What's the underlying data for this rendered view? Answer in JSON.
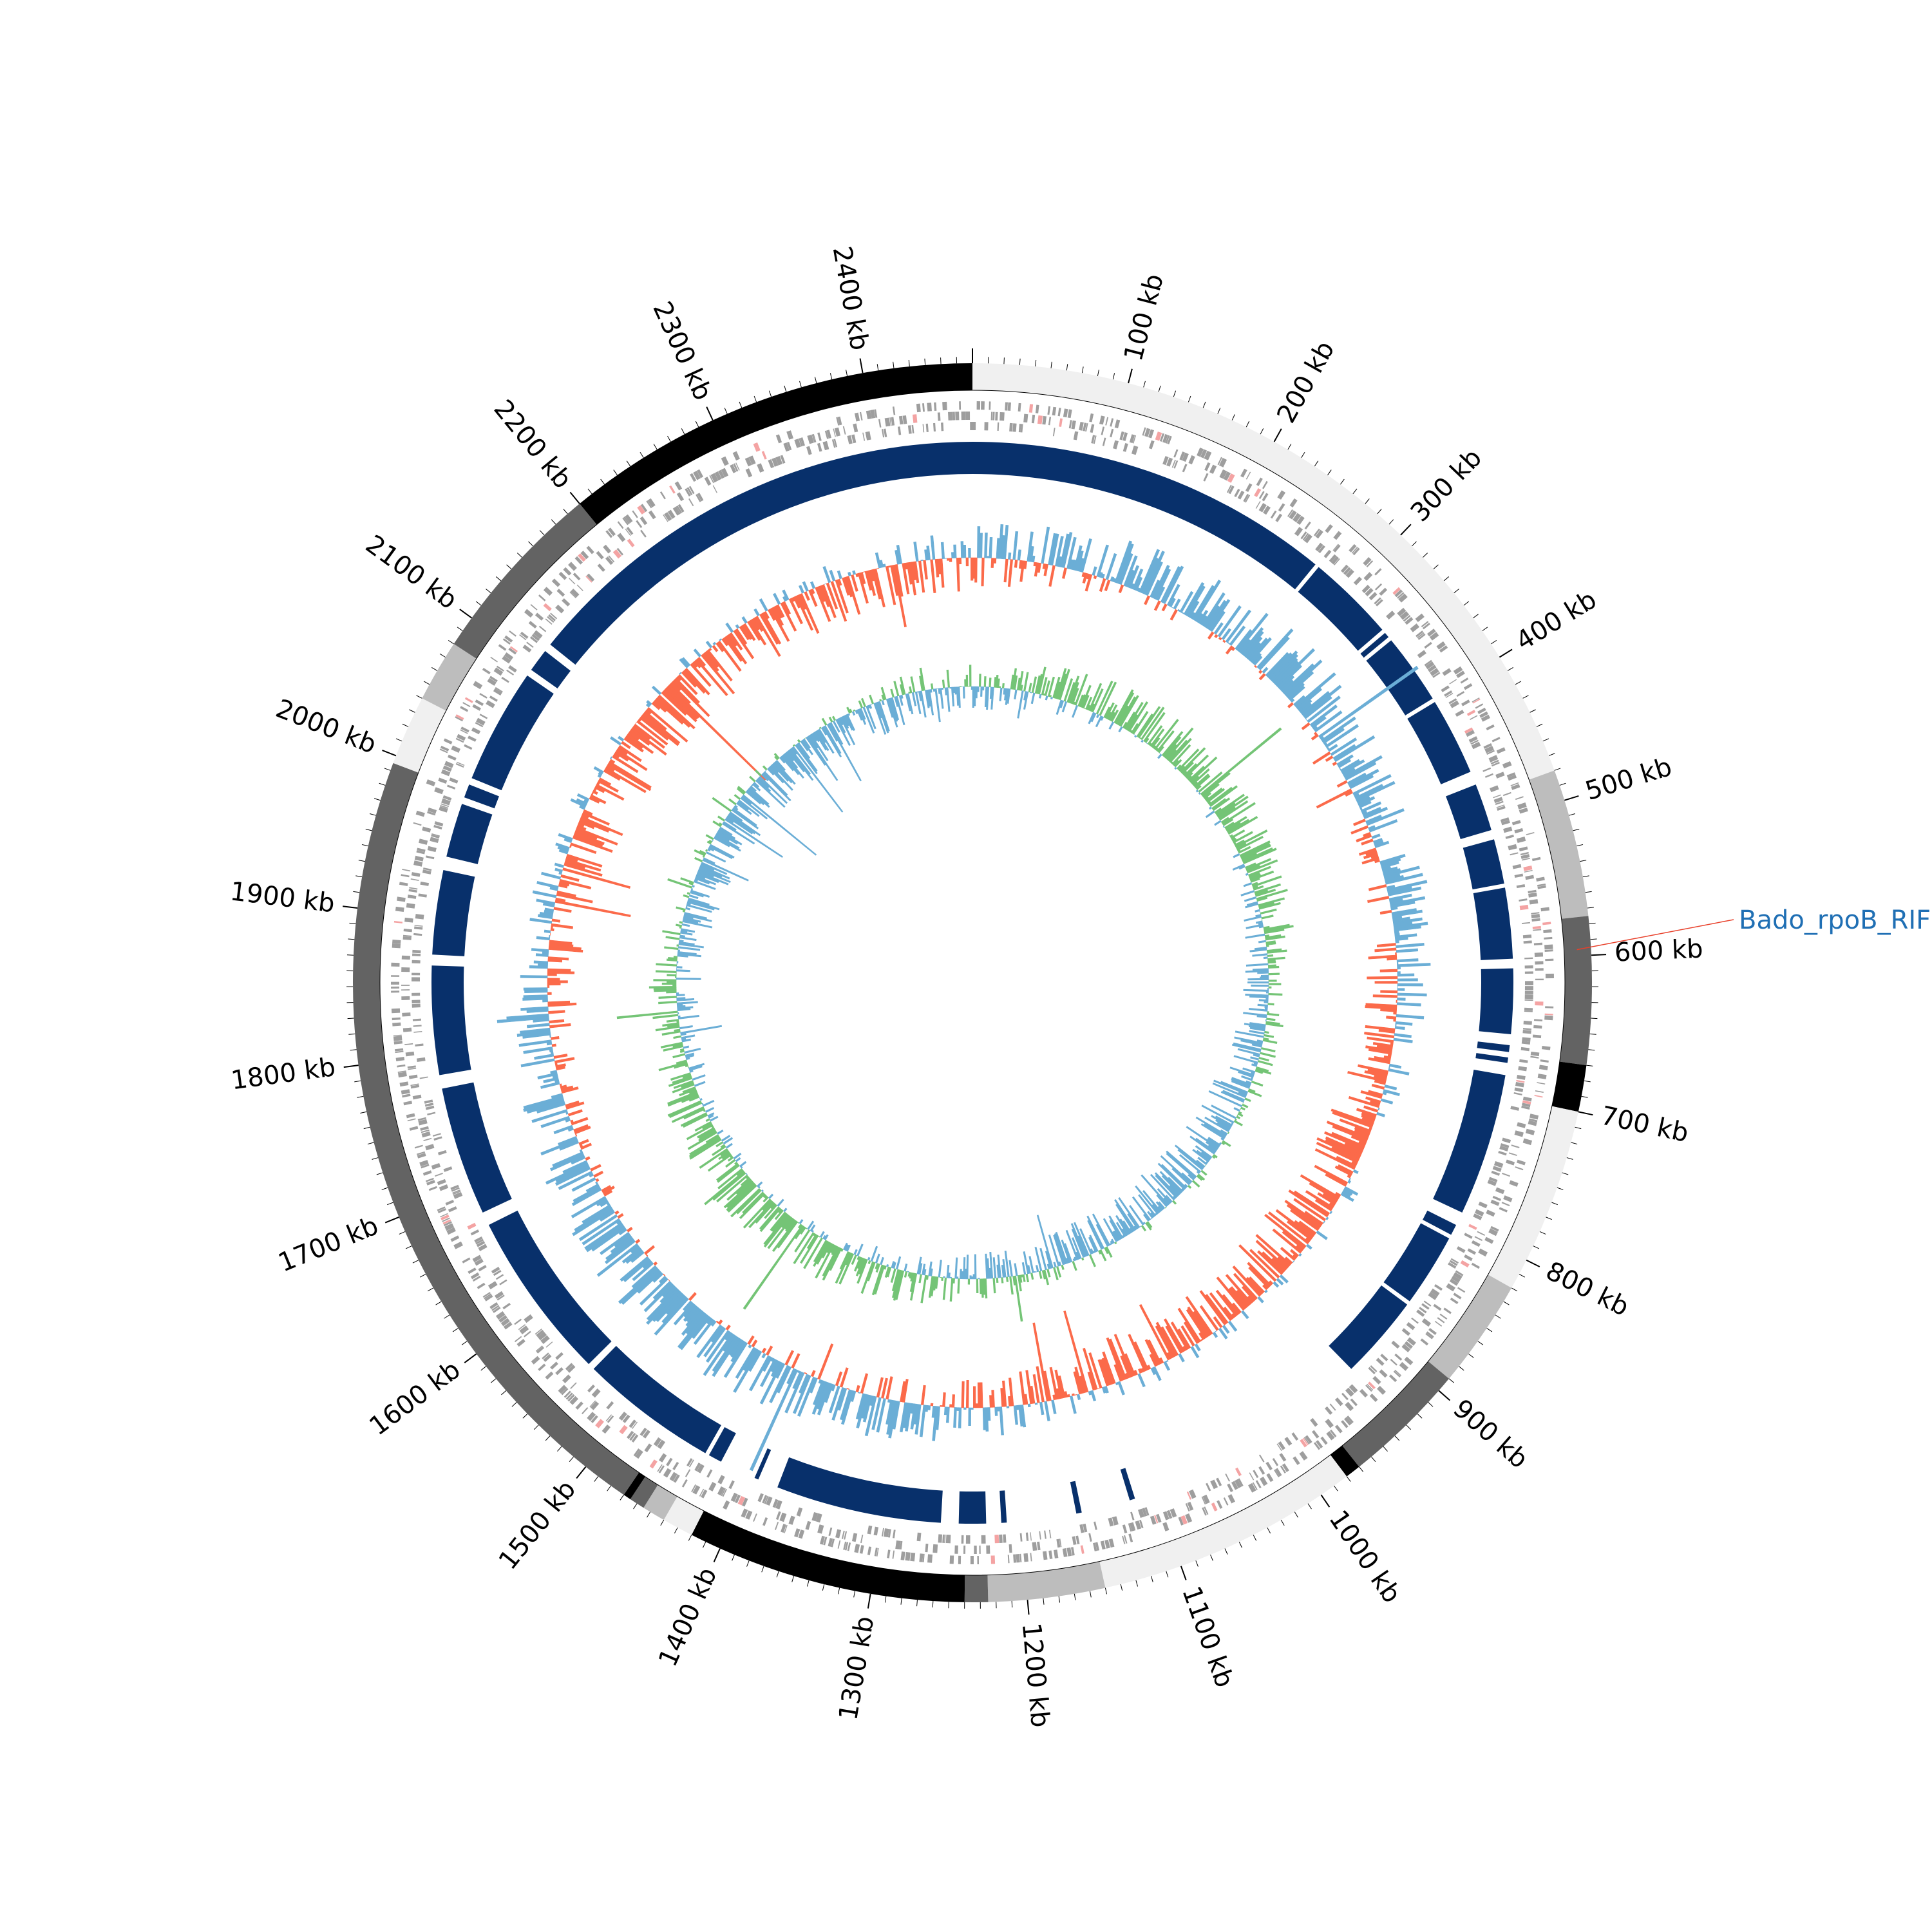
{
  "genome": {
    "length_kb": 2470,
    "tick_labels": [
      "100 kb",
      "200 kb",
      "300 kb",
      "400 kb",
      "500 kb",
      "600 kb",
      "700 kb",
      "800 kb",
      "900 kb",
      "1000 kb",
      "1100 kb",
      "1200 kb",
      "1300 kb",
      "1400 kb",
      "1500 kb",
      "1600 kb",
      "1700 kb",
      "1800 kb",
      "1900 kb",
      "2000 kb",
      "2100 kb",
      "2200 kb",
      "2300 kb",
      "2400 kb"
    ],
    "tick_values_kb": [
      100,
      200,
      300,
      400,
      500,
      600,
      700,
      800,
      900,
      1000,
      1100,
      1200,
      1300,
      1400,
      1500,
      1600,
      1700,
      1800,
      1900,
      2000,
      2100,
      2200,
      2300,
      2400
    ]
  },
  "contig_ring": {
    "segments": [
      {
        "start": 0,
        "end": 480,
        "color": "#f0f0f0"
      },
      {
        "start": 480,
        "end": 575,
        "color": "#bdbdbd"
      },
      {
        "start": 575,
        "end": 670,
        "color": "#636363"
      },
      {
        "start": 670,
        "end": 700,
        "color": "#000000"
      },
      {
        "start": 700,
        "end": 820,
        "color": "#f0f0f0"
      },
      {
        "start": 820,
        "end": 890,
        "color": "#bdbdbd"
      },
      {
        "start": 890,
        "end": 970,
        "color": "#636363"
      },
      {
        "start": 970,
        "end": 980,
        "color": "#000000"
      },
      {
        "start": 980,
        "end": 1150,
        "color": "#f0f0f0"
      },
      {
        "start": 1150,
        "end": 1225,
        "color": "#bdbdbd"
      },
      {
        "start": 1225,
        "end": 1240,
        "color": "#636363"
      },
      {
        "start": 1240,
        "end": 1420,
        "color": "#000000"
      },
      {
        "start": 1420,
        "end": 1440,
        "color": "#f0f0f0"
      },
      {
        "start": 1440,
        "end": 1455,
        "color": "#bdbdbd"
      },
      {
        "start": 1455,
        "end": 1465,
        "color": "#636363"
      },
      {
        "start": 1465,
        "end": 1470,
        "color": "#000000"
      },
      {
        "start": 1470,
        "end": 1995,
        "color": "#636363"
      },
      {
        "start": 1995,
        "end": 2040,
        "color": "#f0f0f0"
      },
      {
        "start": 2040,
        "end": 2080,
        "color": "#bdbdbd"
      },
      {
        "start": 2080,
        "end": 2200,
        "color": "#636363"
      },
      {
        "start": 2200,
        "end": 2470,
        "color": "#000000"
      }
    ]
  },
  "alignment_ring": {
    "color": "#08306b",
    "blocks": [
      {
        "start": 0,
        "end": 270
      },
      {
        "start": 273,
        "end": 338
      },
      {
        "start": 341,
        "end": 345
      },
      {
        "start": 348,
        "end": 400
      },
      {
        "start": 403,
        "end": 460
      },
      {
        "start": 470,
        "end": 505
      },
      {
        "start": 512,
        "end": 545
      },
      {
        "start": 548,
        "end": 600
      },
      {
        "start": 607,
        "end": 655
      },
      {
        "start": 663,
        "end": 668
      },
      {
        "start": 672,
        "end": 676
      },
      {
        "start": 685,
        "end": 790
      },
      {
        "start": 800,
        "end": 808
      },
      {
        "start": 811,
        "end": 865
      },
      {
        "start": 868,
        "end": 930
      },
      {
        "start": 1115,
        "end": 1119
      },
      {
        "start": 1155,
        "end": 1159
      },
      {
        "start": 1210,
        "end": 1214
      },
      {
        "start": 1225,
        "end": 1245
      },
      {
        "start": 1258,
        "end": 1380
      },
      {
        "start": 1395,
        "end": 1398
      },
      {
        "start": 1425,
        "end": 1435
      },
      {
        "start": 1438,
        "end": 1540
      },
      {
        "start": 1545,
        "end": 1670
      },
      {
        "start": 1680,
        "end": 1775
      },
      {
        "start": 1785,
        "end": 1865
      },
      {
        "start": 1873,
        "end": 1935
      },
      {
        "start": 1945,
        "end": 1985
      },
      {
        "start": 1990,
        "end": 2000
      },
      {
        "start": 2005,
        "end": 2090
      },
      {
        "start": 2095,
        "end": 2112
      },
      {
        "start": 2118,
        "end": 2470
      }
    ]
  },
  "gc_skew_colors": {
    "positive": "#6baed6",
    "negative": "#fb6a4a"
  },
  "gc_content_colors": {
    "positive": "#74c476",
    "negative": "#6baed6"
  },
  "gene_ring_colors": {
    "cds": "#9e9e9e",
    "rna": "#f4a3a3"
  },
  "annotation": {
    "label": "Bado_rpoB_RIF",
    "position_kb": 596
  }
}
